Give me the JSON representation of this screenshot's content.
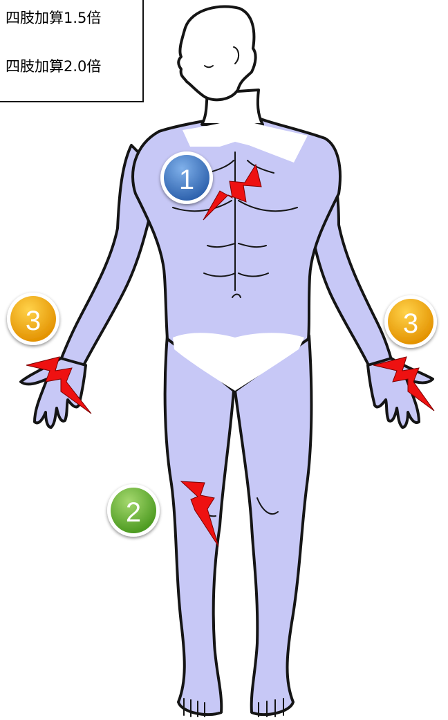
{
  "legend": {
    "line_1": "四肢加算1.5倍",
    "line_2": "四肢加算2.0倍"
  },
  "markers": {
    "chest": "1",
    "thigh": "2",
    "right_hand": "3",
    "left_hand": "3"
  },
  "colors": {
    "body_fill": "#c7c8f6",
    "outline": "#151515",
    "bolt": "#ee1111",
    "marker_1": "#3b77c6",
    "marker_2": "#6ab232",
    "marker_3": "#f0ab00"
  },
  "icons": [
    "lightning-bolt-icon",
    "numbered-circle-icon"
  ]
}
